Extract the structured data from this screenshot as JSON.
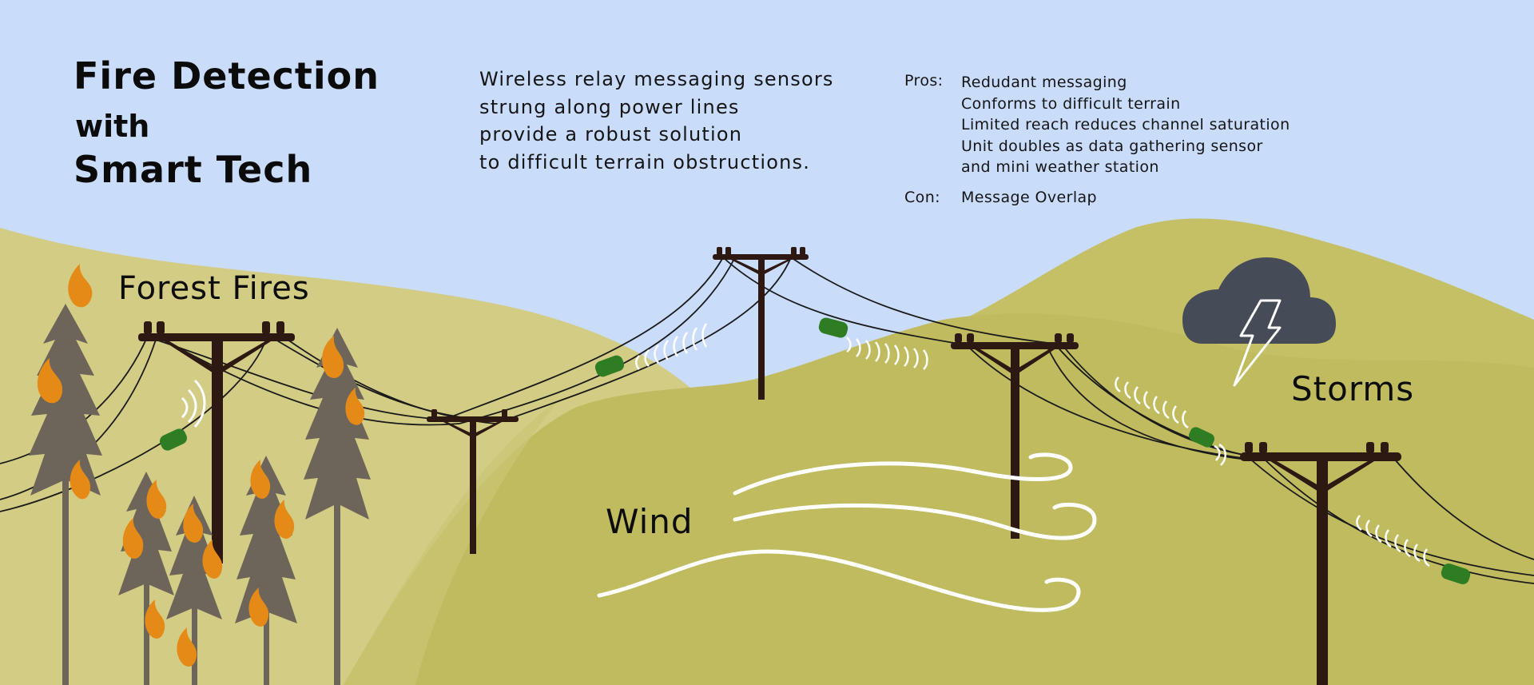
{
  "title": {
    "line1": "Fire Detection",
    "line2": "with",
    "line3": "Smart Tech"
  },
  "description": [
    "Wireless relay messaging sensors",
    "strung along power lines",
    "provide a robust solution",
    "to difficult terrain obstructions."
  ],
  "pros": {
    "label": "Pros:",
    "items": [
      "Redudant  messaging",
      "Conforms to difficult terrain",
      "Limited reach reduces channel saturation",
      "Unit doubles as data gathering sensor",
      "and mini weather station"
    ]
  },
  "cons": {
    "label": "Con:",
    "items": [
      "Message Overlap"
    ]
  },
  "labels": {
    "forest_fires": "Forest Fires",
    "wind": "Wind",
    "storms": "Storms"
  },
  "colors": {
    "sky": "#c9dcfa",
    "hill_light": "#d3cc84",
    "hill_dark": "#c1bb60",
    "pole": "#2d1812",
    "sensor": "#2f7d22",
    "tree": "#6d6559",
    "flame": "#e58a16",
    "cloud": "#454b57"
  }
}
